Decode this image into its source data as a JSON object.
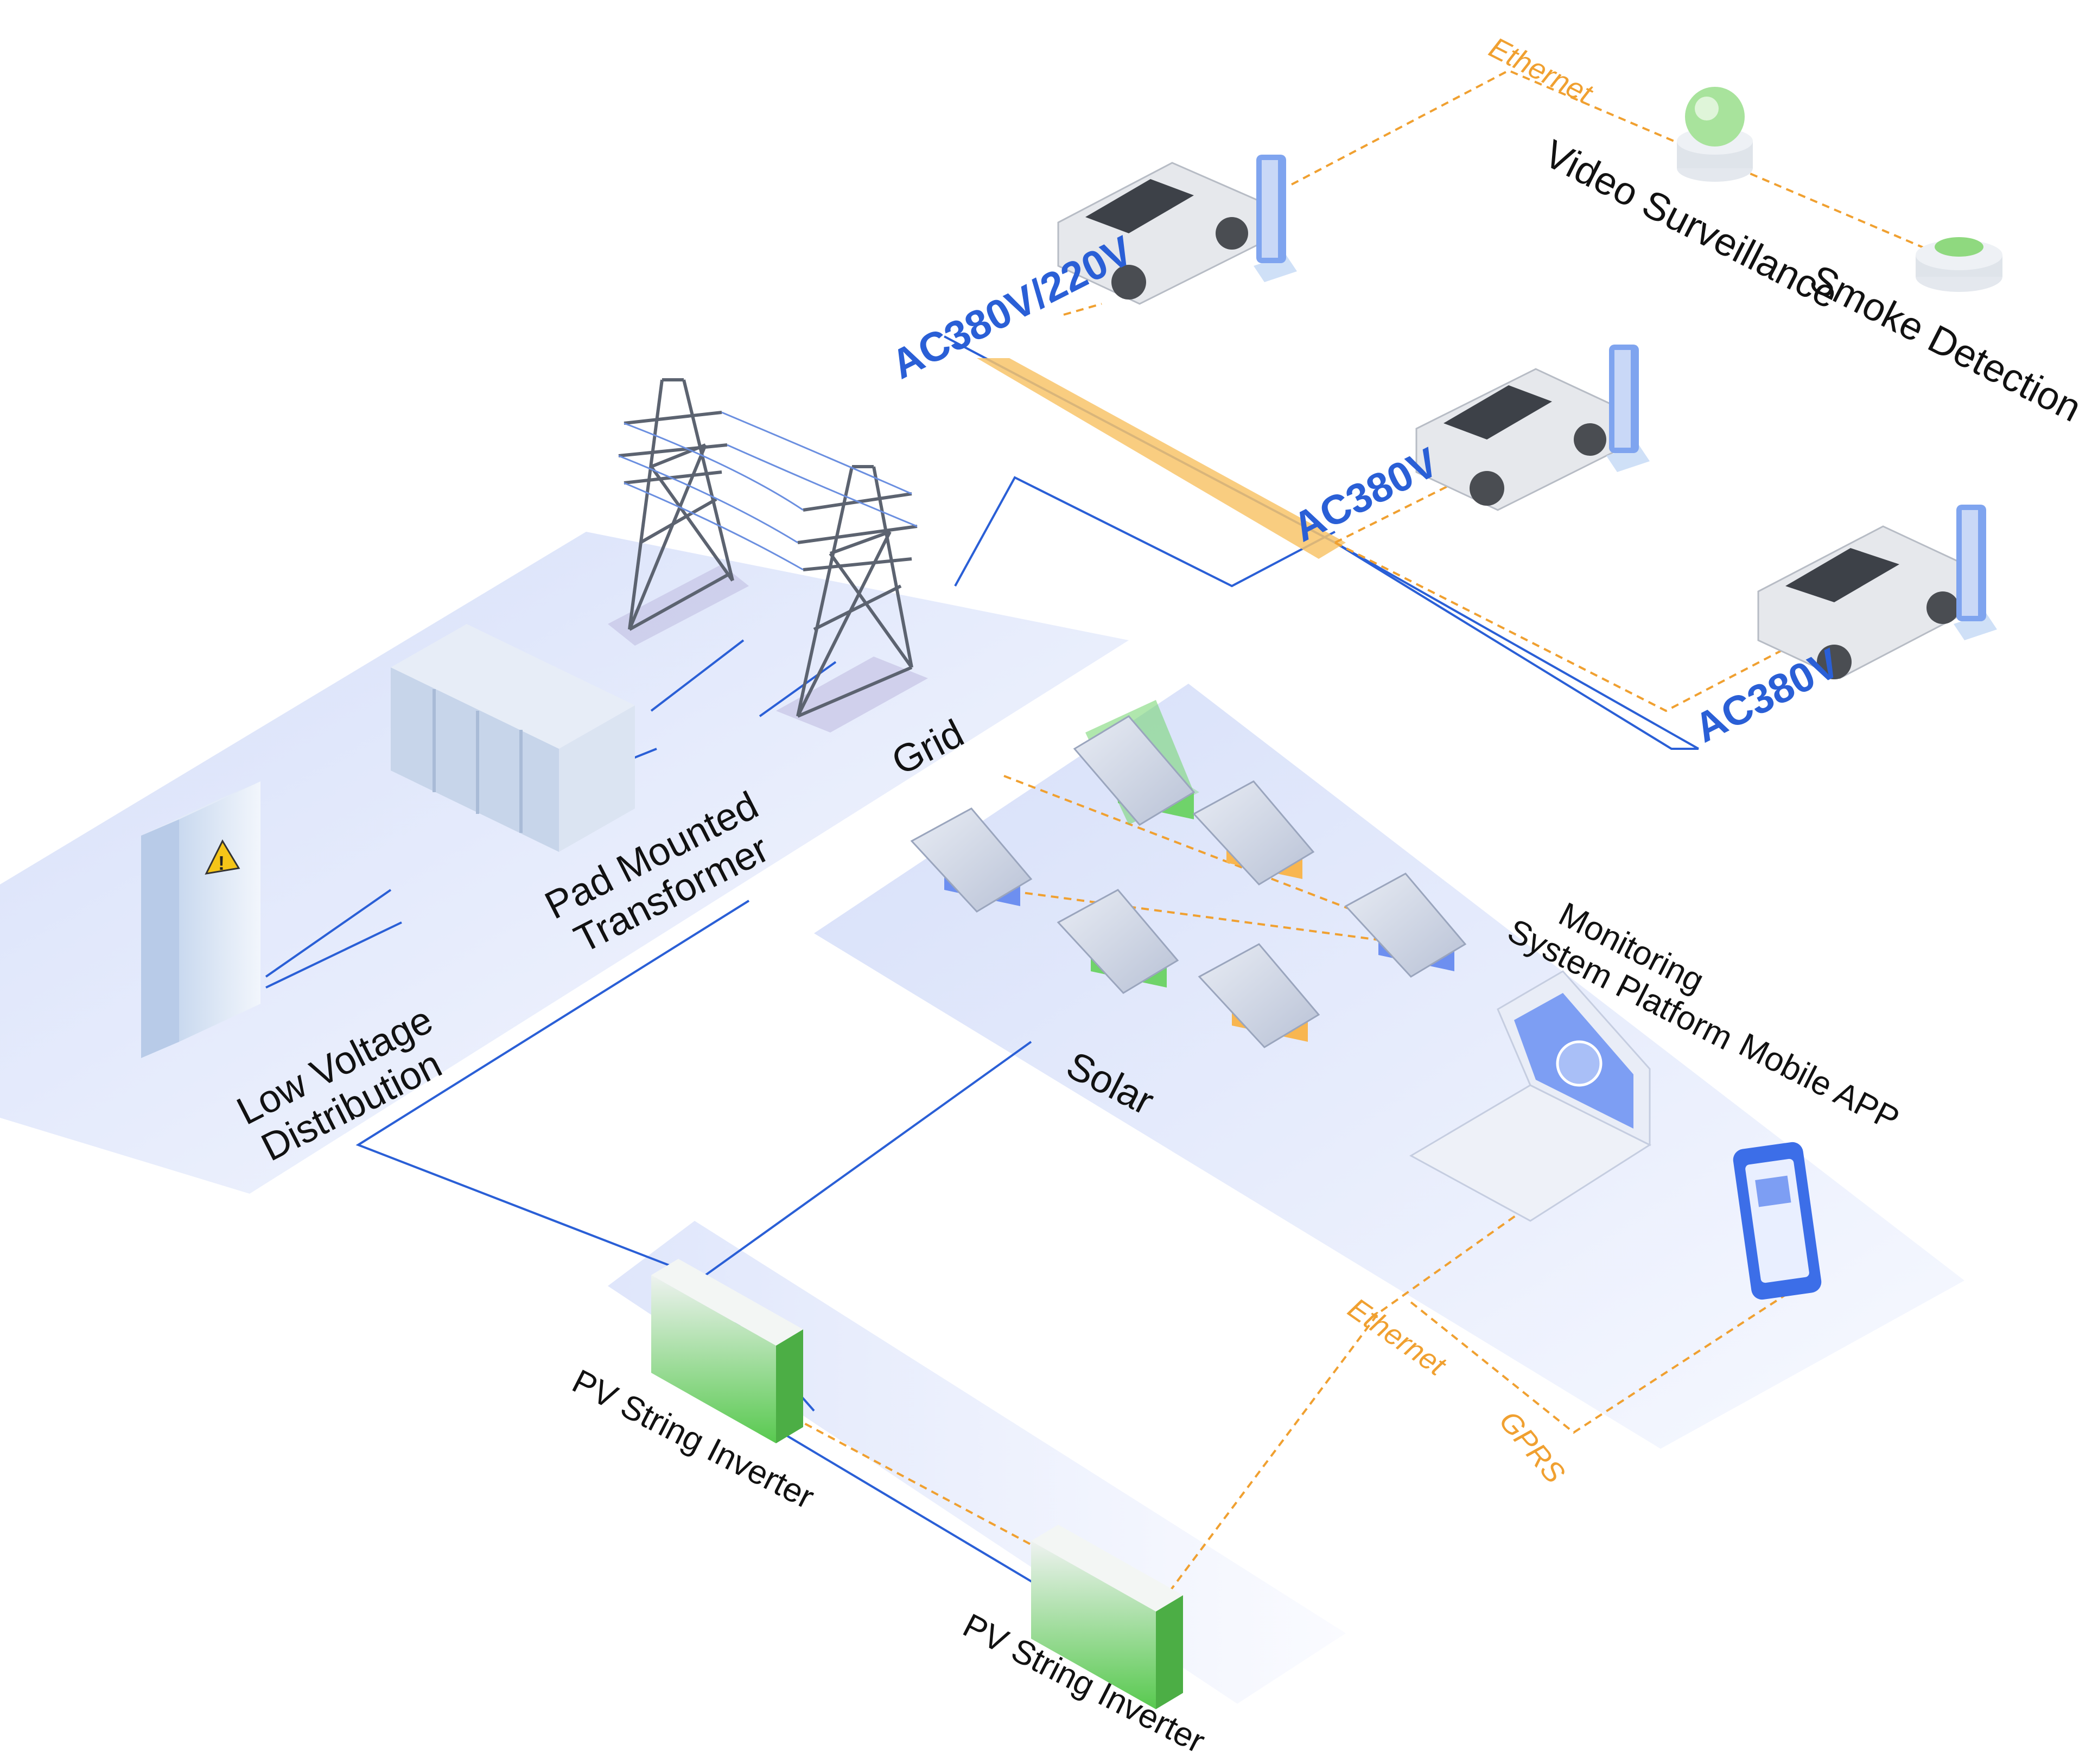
{
  "colors": {
    "power_line": "#2a5fd6",
    "comm_line": "#f0a030",
    "panel_green": "#6fd36a",
    "panel_orange": "#f8b650",
    "panel_blue": "#6d8ff0",
    "platform": "#e3e9fb"
  },
  "labels": {
    "low_voltage": [
      "Low Voltage",
      "Distribution"
    ],
    "transformer": [
      "Pad Mounted",
      "Transformer"
    ],
    "grid": "Grid",
    "solar": "Solar",
    "inverter_1": "PV String Inverter",
    "inverter_2": "PV String Inverter",
    "monitoring": [
      "Monitoring",
      "System Platform"
    ],
    "mobile": "Mobile APP",
    "video": "Video Surveillance",
    "smoke": "Smoke Detection"
  },
  "comm": {
    "ethernet_top": "Ethernet",
    "ethernet_bottom": "Ethernet",
    "gprs": "GPRS"
  },
  "voltage": {
    "ac380_220": "AC380V/220V",
    "ac380_a": "AC380V",
    "ac380_b": "AC380V"
  },
  "icons": [
    "switchgear-icon",
    "transformer-icon",
    "pylon-icon",
    "solar-panel-icon",
    "inverter-icon",
    "laptop-icon",
    "smartphone-icon",
    "car-icon",
    "charger-icon",
    "camera-icon",
    "smoke-detector-icon"
  ]
}
